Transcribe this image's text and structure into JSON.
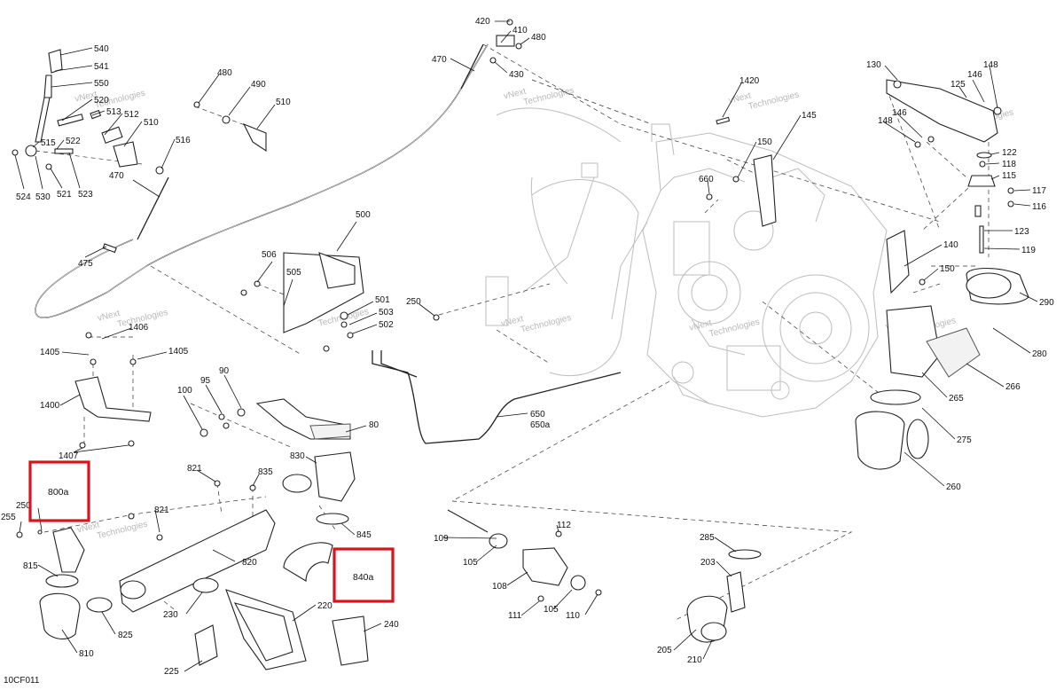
{
  "diagram_code": "10CF011",
  "watermark_lines": [
    "vNext",
    "Technologies"
  ],
  "highlight_color": "#d7141e",
  "callouts": {
    "c540": "540",
    "c541": "541",
    "c550": "550",
    "c520": "520",
    "c513": "513",
    "c512": "512",
    "c510": "510",
    "c516": "516",
    "c515": "515",
    "c522": "522",
    "c524": "524",
    "c530": "530",
    "c521": "521",
    "c523": "523",
    "c470a": "470",
    "c475": "475",
    "c480a": "480",
    "c490": "490",
    "c510b": "510",
    "c420": "420",
    "c410": "410",
    "c480b": "480",
    "c430": "430",
    "c470b": "470",
    "c1420": "1420",
    "c145": "145",
    "c150a": "150",
    "c660": "660",
    "c130": "130",
    "c148": "148",
    "c146a": "146",
    "c125": "125",
    "c146b": "146",
    "c148b": "148",
    "c122": "122",
    "c118": "118",
    "c115": "115",
    "c117": "117",
    "c116": "116",
    "c123": "123",
    "c119": "119",
    "c140": "140",
    "c150b": "150",
    "c290": "290",
    "c280": "280",
    "c266": "266",
    "c265": "265",
    "c275": "275",
    "c260": "260",
    "c500": "500",
    "c506": "506",
    "c505": "505",
    "c501": "501",
    "c503": "503",
    "c502": "502",
    "c250a": "250",
    "c650": "650",
    "c650a": "650a",
    "c1406": "1406",
    "c1405a": "1405",
    "c1405b": "1405",
    "c1400": "1400",
    "c1407": "1407",
    "c100": "100",
    "c95": "95",
    "c90": "90",
    "c80": "80",
    "c800a": "800a",
    "c250b": "250",
    "c255": "255",
    "c815": "815",
    "c810": "810",
    "c825": "825",
    "c821a": "821",
    "c821b": "821",
    "c835": "835",
    "c830": "830",
    "c845": "845",
    "c820": "820",
    "c840a": "840a",
    "c230": "230",
    "c220": "220",
    "c225": "225",
    "c240": "240",
    "c109": "109",
    "c112": "112",
    "c105a": "105",
    "c108": "108",
    "c105b": "105",
    "c111": "111",
    "c110": "110",
    "c285": "285",
    "c203": "203",
    "c205": "205",
    "c210": "210"
  }
}
